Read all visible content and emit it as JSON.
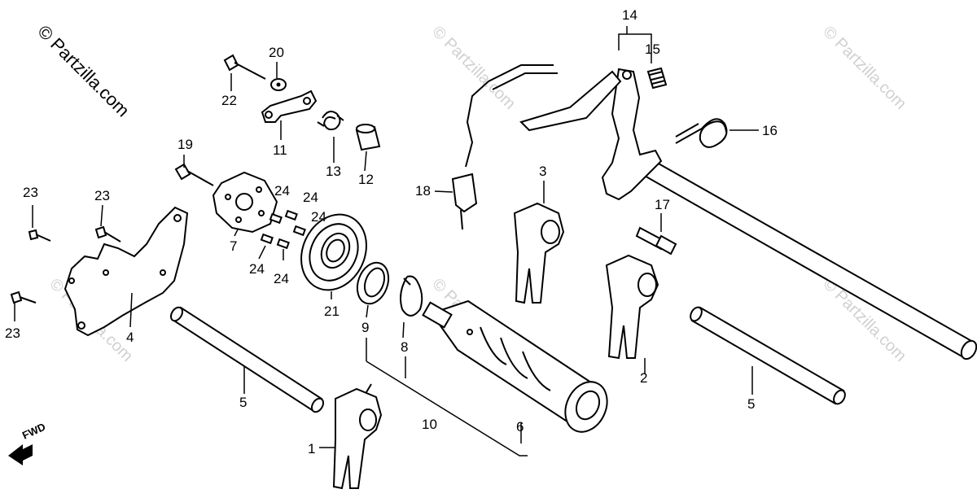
{
  "watermark": {
    "main_text": "© Partzilla.com",
    "faint_text": "© Partzilla.com"
  },
  "fwd_label": "FWD",
  "labels": {
    "p1": "1",
    "p2": "2",
    "p3": "3",
    "p4": "4",
    "p5a": "5",
    "p5b": "5",
    "p6": "6",
    "p7": "7",
    "p8": "8",
    "p9": "9",
    "p10": "10",
    "p11": "11",
    "p12": "12",
    "p13": "13",
    "p14": "14",
    "p15": "15",
    "p16": "16",
    "p17": "17",
    "p18": "18",
    "p19": "19",
    "p20": "20",
    "p21": "21",
    "p22": "22",
    "p23a": "23",
    "p23b": "23",
    "p23c": "23",
    "p24a": "24",
    "p24b": "24",
    "p24c": "24",
    "p24d": "24",
    "p24e": "24"
  }
}
